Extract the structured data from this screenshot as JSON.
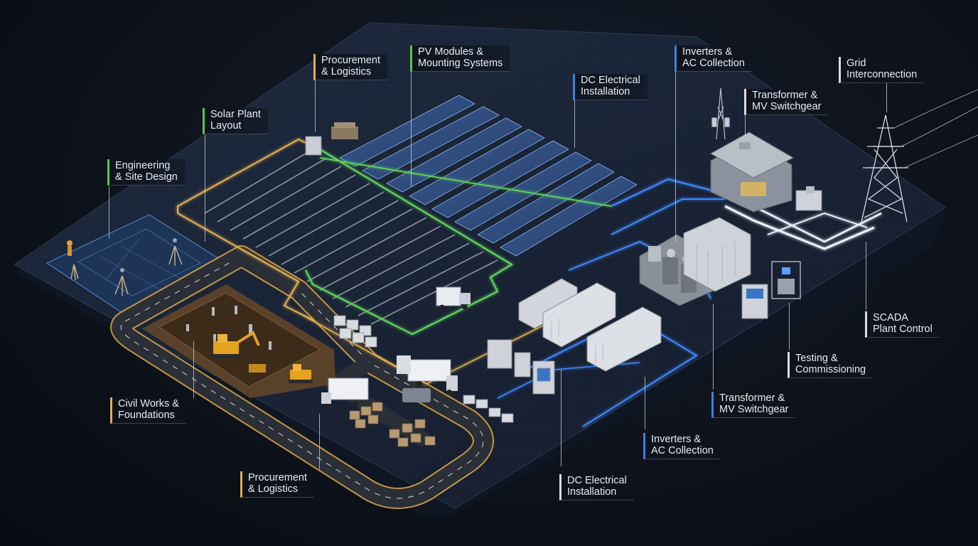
{
  "callouts": {
    "engineering": {
      "line1": "Engineering",
      "line2": "& Site Design"
    },
    "layout": {
      "line1": "Solar Plant",
      "line2": "Layout"
    },
    "procurement_top": {
      "line1": "Procurement",
      "line2": "& Logistics"
    },
    "pv_modules": {
      "line1": "PV Modules &",
      "line2": "Mounting Systems"
    },
    "dc_top": {
      "line1": "DC Electrical",
      "line2": "Installation"
    },
    "inverters_top": {
      "line1": "Inverters &",
      "line2": "AC Collection"
    },
    "transformer_top": {
      "line1": "Transformer &",
      "line2": "MV Switchgear"
    },
    "grid": {
      "line1": "Grid",
      "line2": "Interconnection"
    },
    "scada": {
      "line1": "SCADA",
      "line2": "Plant Control"
    },
    "testing": {
      "line1": "Testing &",
      "line2": "Commissioning"
    },
    "transformer_bottom": {
      "line1": "Transformer &",
      "line2": "MV Switchgear"
    },
    "inverters_bottom": {
      "line1": "Inverters &",
      "line2": "AC Collection"
    },
    "dc_bottom": {
      "line1": "DC Electrical",
      "line2": "Installation"
    },
    "procurement_bottom": {
      "line1": "Procurement",
      "line2": "& Logistics"
    },
    "civil": {
      "line1": "Civil Works &",
      "line2": "Foundations"
    }
  },
  "colors": {
    "background": "#0b0f17",
    "platform": "#1a2436",
    "platform_edge": "#0f1623",
    "road": "#2a2e36",
    "road_edge": "#d9a441",
    "green_cable": "#5fd35a",
    "yellow_cable": "#e6b24f",
    "blue_cable": "#3f86ff",
    "white_cable": "#eef3fb",
    "panel": "#2d4a7a",
    "callout_yellow": "#e0b04a",
    "callout_green": "#58c45a",
    "callout_blue": "#3f7fe0",
    "callout_white": "#d9dde3"
  },
  "icons": [
    "surveyor-icon",
    "excavator-icon",
    "truck-icon",
    "container-icon",
    "substation-icon",
    "transmission-tower-icon",
    "telecom-tower-icon",
    "scada-console-icon"
  ]
}
